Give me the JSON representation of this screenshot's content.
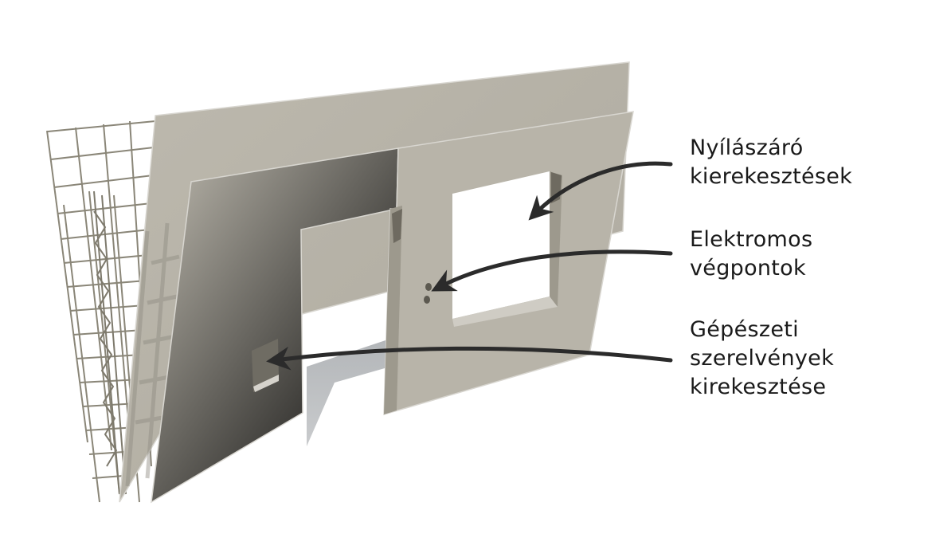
{
  "diagram": {
    "subject": "precast concrete wall panel with reinforcement mesh",
    "colors": {
      "background": "#ffffff",
      "concrete": "#b9b5aa",
      "concrete_dark": "#a8a498",
      "concrete_edge": "#d8d6d0",
      "rebar": "#8a8678",
      "shadow": "#b7babd",
      "arrow": "#2b2b2b",
      "text": "#1a1a1a"
    },
    "callouts": [
      {
        "id": "openings",
        "lines": [
          "Nyílászáró",
          "kierekesztések"
        ],
        "target": "window-opening"
      },
      {
        "id": "electrical",
        "lines": [
          "Elektromos",
          "végpontok"
        ],
        "target": "electrical-outlets"
      },
      {
        "id": "mechanical",
        "lines": [
          "Gépészeti",
          "szerelvények",
          "kirekesztése"
        ],
        "target": "mechanical-recess"
      }
    ]
  }
}
